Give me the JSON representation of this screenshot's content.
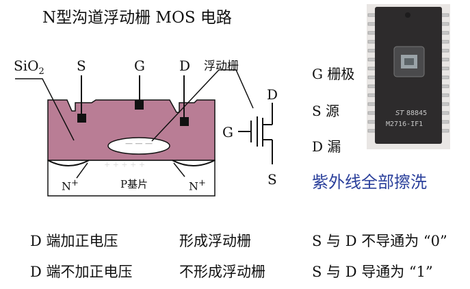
{
  "title": "N型沟道浮动栅 MOS 电路",
  "cross_section": {
    "sio2_label": "SiO",
    "sio2_sub": "2",
    "s_label": "S",
    "g_label": "G",
    "d_label": "D",
    "floating_gate_label": "浮动栅",
    "substrate_label": "P基片",
    "n_left": "N",
    "n_right": "N",
    "n_sup": "+",
    "plus_row": "+ + + + +",
    "minus_row": "— — —"
  },
  "symbol": {
    "d_label": "D",
    "g_label": "G",
    "s_label": "S"
  },
  "chip": {
    "marking_line1": "88845",
    "marking_line2": "M2716-IF1"
  },
  "legend": {
    "gate": "G 栅极",
    "source": "S  源",
    "drain": "D 漏"
  },
  "uv_erase": "紫外线全部擦洗",
  "table": [
    {
      "condition": "D 端加正电压",
      "effect": "形成浮动栅",
      "result": "S 与 D 不导通为 “0”"
    },
    {
      "condition": "D 端不加正电压",
      "effect": "不形成浮动栅",
      "result": "S 与 D 导通为 “1”"
    }
  ],
  "colors": {
    "oxide": "#b97d95",
    "accent_text": "#2a3f9b",
    "chip_body": "#2d2b2c"
  }
}
